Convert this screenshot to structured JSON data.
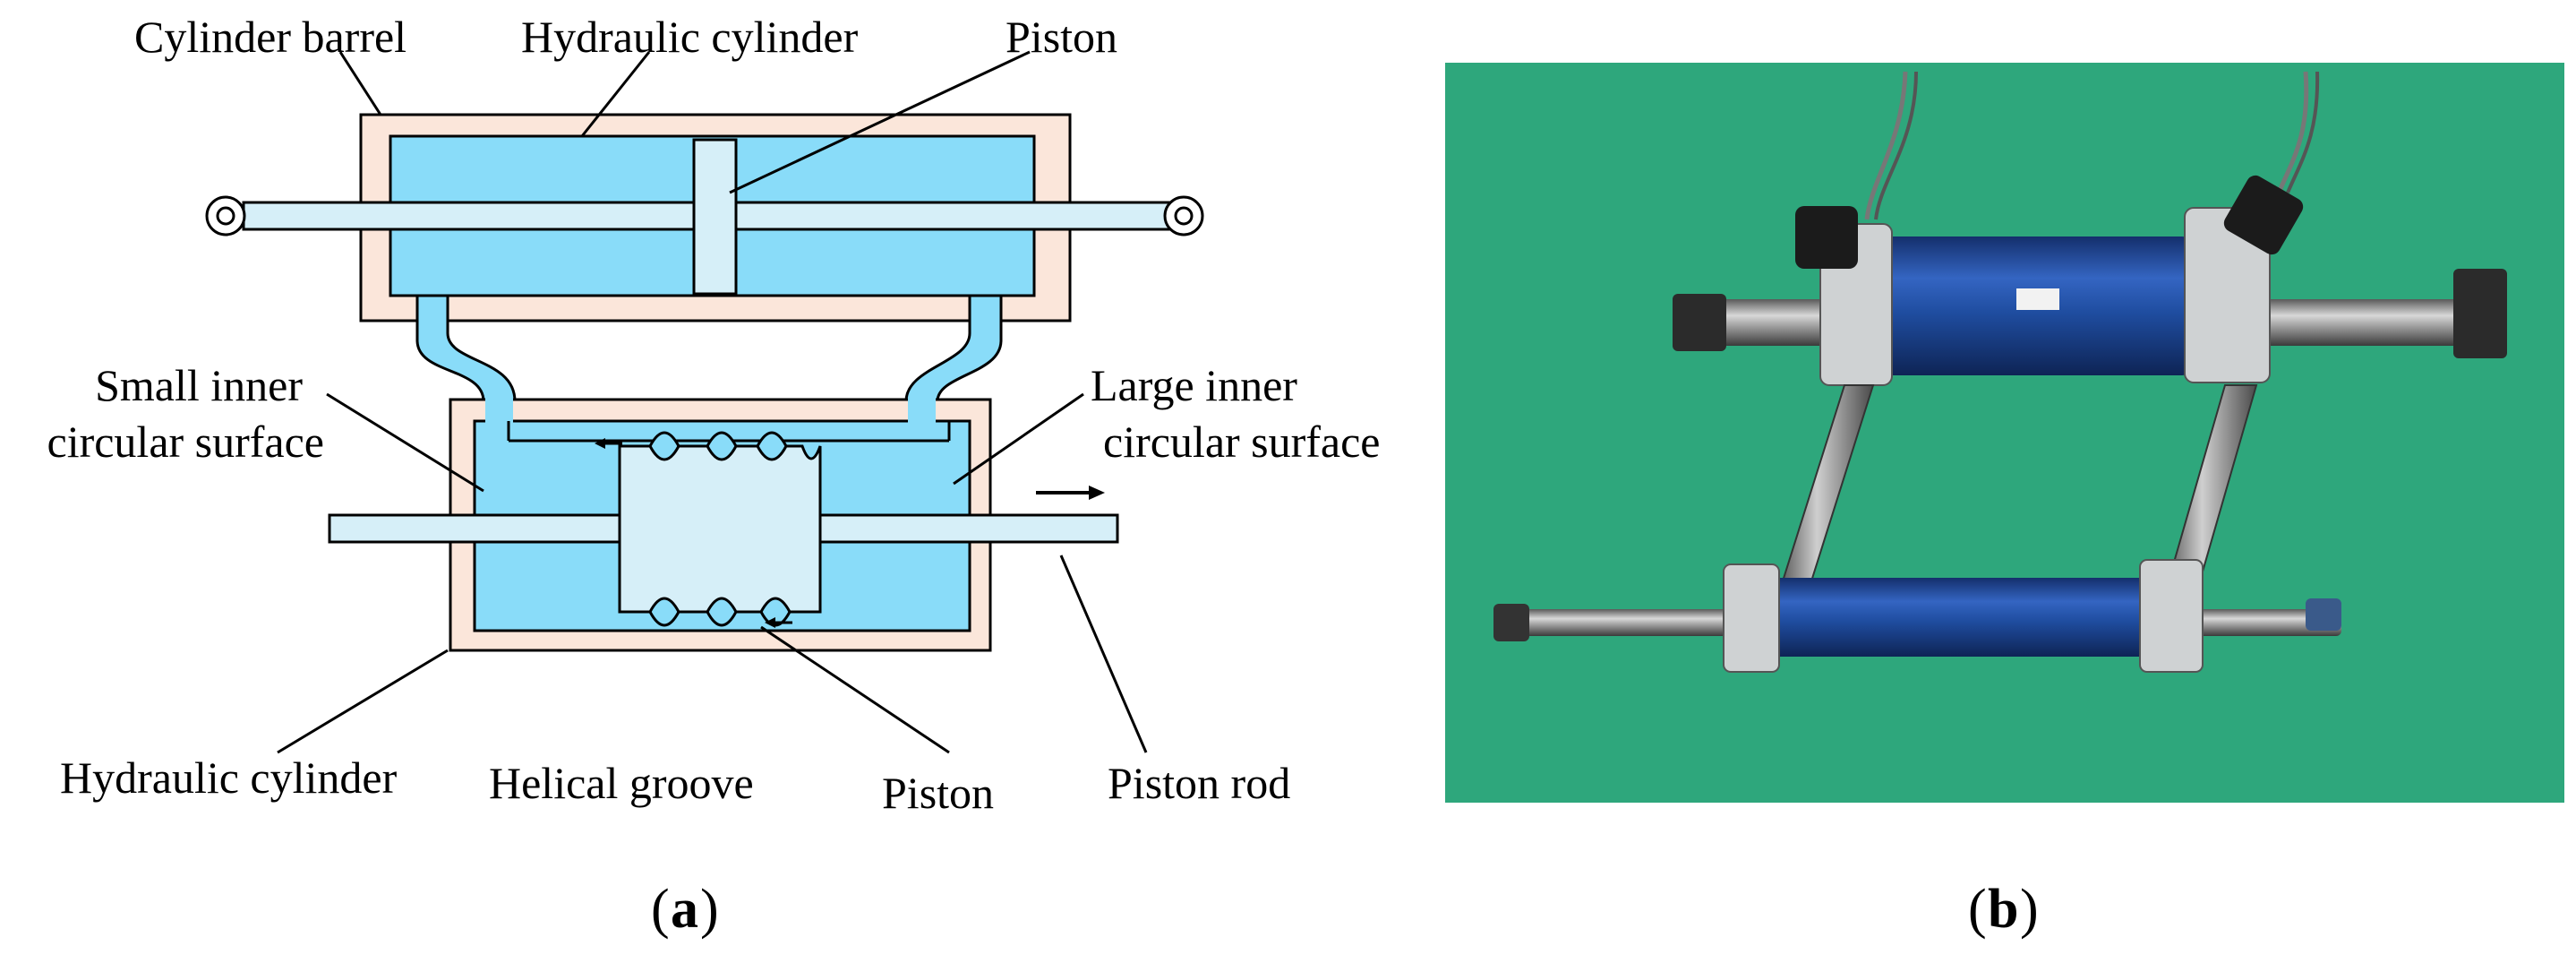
{
  "diagram": {
    "labels": {
      "cylinder_barrel": "Cylinder barrel",
      "hydraulic_cylinder_top": "Hydraulic cylinder",
      "piston_top": "Piston",
      "small_inner_line1": "Small inner",
      "small_inner_line2": "circular surface",
      "large_inner_line1": "Large inner",
      "large_inner_line2": "circular surface",
      "hydraulic_cylinder_bottom": "Hydraulic cylinder",
      "helical_groove": "Helical groove",
      "piston_bottom": "Piston",
      "piston_rod": "Piston rod"
    },
    "colors": {
      "barrel_fill": "#fbe6da",
      "oil_fill": "#89dcf9",
      "piston_fill": "#d6eff8",
      "stroke": "#000000"
    }
  },
  "photo": {
    "background_color": "#2ea77c",
    "cylinder_color": "#1f4da0"
  },
  "captions": {
    "a": "a",
    "b": "b"
  }
}
